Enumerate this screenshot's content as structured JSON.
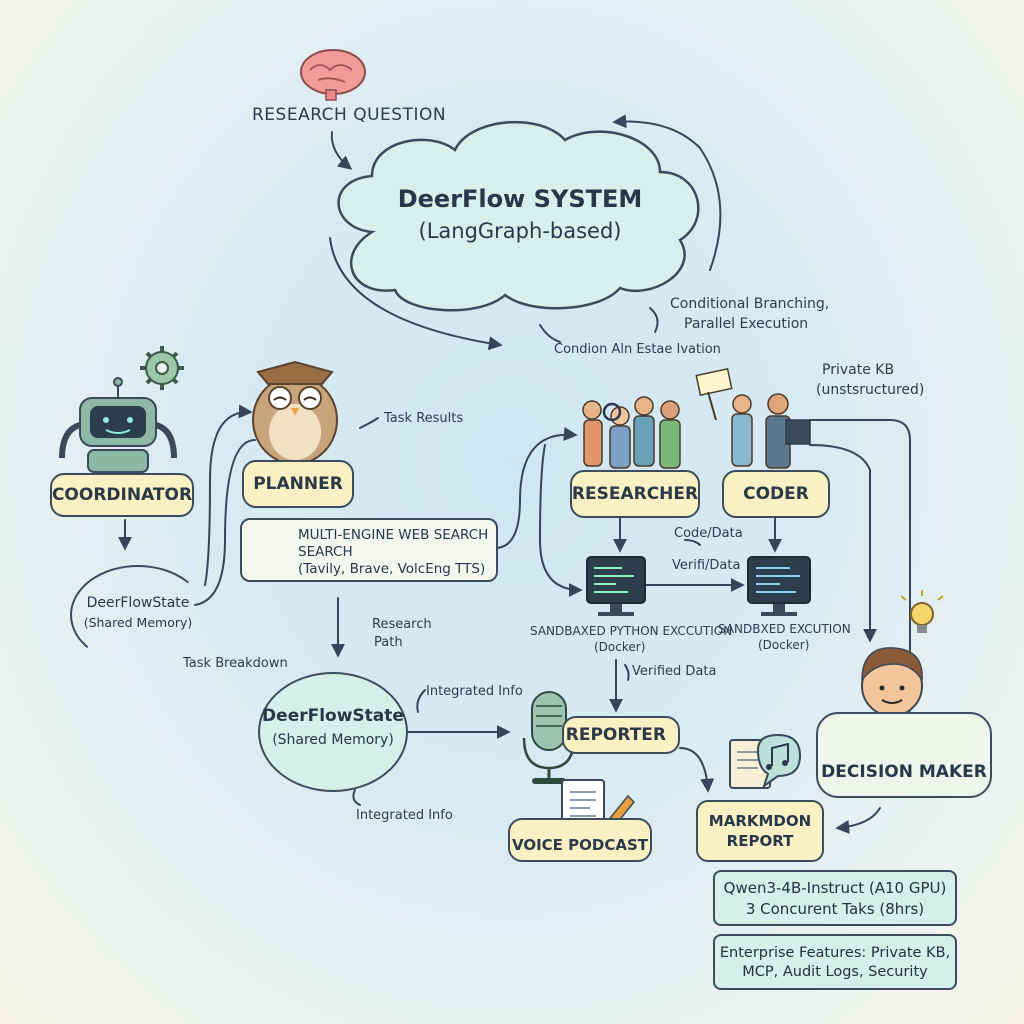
{
  "labels": {
    "research_question": "RESEARCH QUESTION",
    "system_title": "DeerFlow SYSTEM",
    "system_subtitle": "(LangGraph-based)",
    "conditional_line1": "Conditional Branching,",
    "conditional_line2": "Parallel Execution",
    "condition_misc": "Condion Aln Estae Ivation",
    "private_kb": "Private KB",
    "unstructured": "(unstsructured)",
    "task_results": "Task Results",
    "coordinator": "COORDINATOR",
    "planner": "PLANNER",
    "researcher": "RESEARCHER",
    "coder": "CODER",
    "web_search_line1": "MULTI-ENGINE WEB SEARCH",
    "web_search_line2": "SEARCH",
    "web_search_line3": "(Tavily, Brave, VolcEng TTS)",
    "code_data": "Code/Data",
    "verifi_data": "Verifi/Data",
    "state_small_line1": "DeerFlowState",
    "state_small_line2": "(Shared Memory)",
    "task_breakdown": "Task Breakdown",
    "research_path_line1": "Research",
    "research_path_line2": "Path",
    "sandbox_python_line1": "SANDBAXED PYTHON EXCCUTION",
    "sandbox_python_line2": "(Docker)",
    "sandbox_exec_line1": "SANDBXED EXCUTION",
    "sandbox_exec_line2": "(Docker)",
    "verified_data": "Verified Data",
    "integrated_info_top": "Integrated Info",
    "state_big_line1": "DeerFlowState",
    "state_big_line2": "(Shared Memory)",
    "reporter": "REPORTER",
    "decision_maker": "DECISION MAKER",
    "integrated_info_bottom": "Integrated Info",
    "voice_podcast": "VOICE PODCAST",
    "markdown_line1": "MARKMDON",
    "markdown_line2": "REPORT",
    "qwen_line1": "Qwen3-4B-Instruct (A10 GPU)",
    "qwen_line2": "3 Concurent Taks (8hrs)",
    "enterprise_line1": "Enterprise Features: Private KB,",
    "enterprise_line2": "MCP, Audit Logs, Security"
  },
  "icons": [
    "brain-icon",
    "gear-icon",
    "robot-icon",
    "owl-icon",
    "bank-icon",
    "researchers-icon",
    "coders-icon",
    "monitor-icon",
    "microphone-icon",
    "document-icon",
    "music-note-icon",
    "lightbulb-icon",
    "person-icon"
  ],
  "colors": {
    "pill_fill": "#f9f1c4",
    "teal_fill": "#d5efe9",
    "stroke": "#3d4c5c",
    "cloud_fill": "#d7f0ec"
  }
}
